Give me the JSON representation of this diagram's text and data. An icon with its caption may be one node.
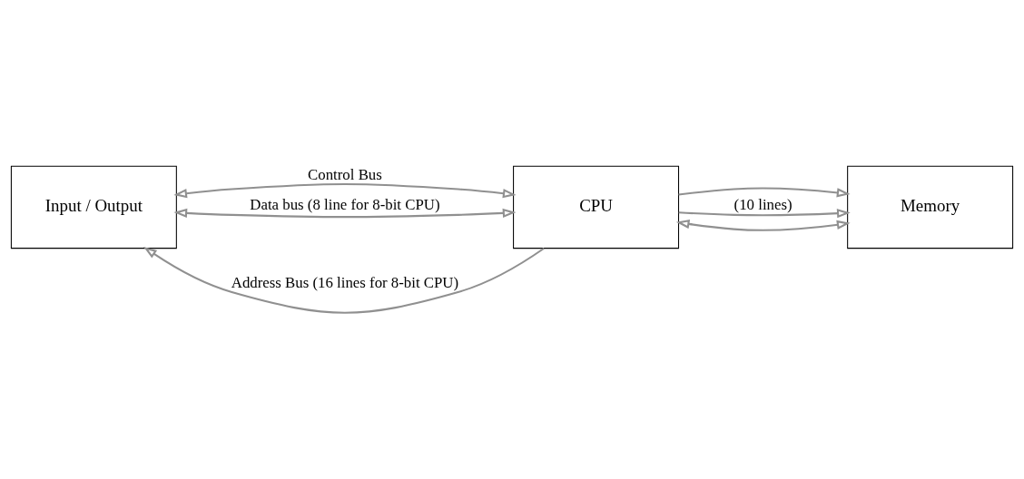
{
  "diagram": {
    "nodes": [
      {
        "text": [
          "Input / Output"
        ]
      },
      {
        "text": [
          "CPU"
        ]
      },
      {
        "text": [
          "Memory"
        ]
      }
    ],
    "edges": [
      {
        "from": 1,
        "to": 0,
        "arrow": "to",
        "label": "Address Bus (16 lines for 8-bit CPU)"
      },
      {
        "from": 1,
        "to": 2,
        "arrow": "to"
      },
      {
        "from": 0,
        "to": 1,
        "arrow": "both",
        "label": "Control Bus"
      },
      {
        "from": 1,
        "to": 2,
        "arrow": "to",
        "label": "(10 lines)"
      },
      {
        "from": 0,
        "to": 1,
        "arrow": "both",
        "label": "Data bus (8 line for 8-bit CPU)"
      },
      {
        "from": 1,
        "to": 2,
        "arrow": "both"
      }
    ]
  }
}
